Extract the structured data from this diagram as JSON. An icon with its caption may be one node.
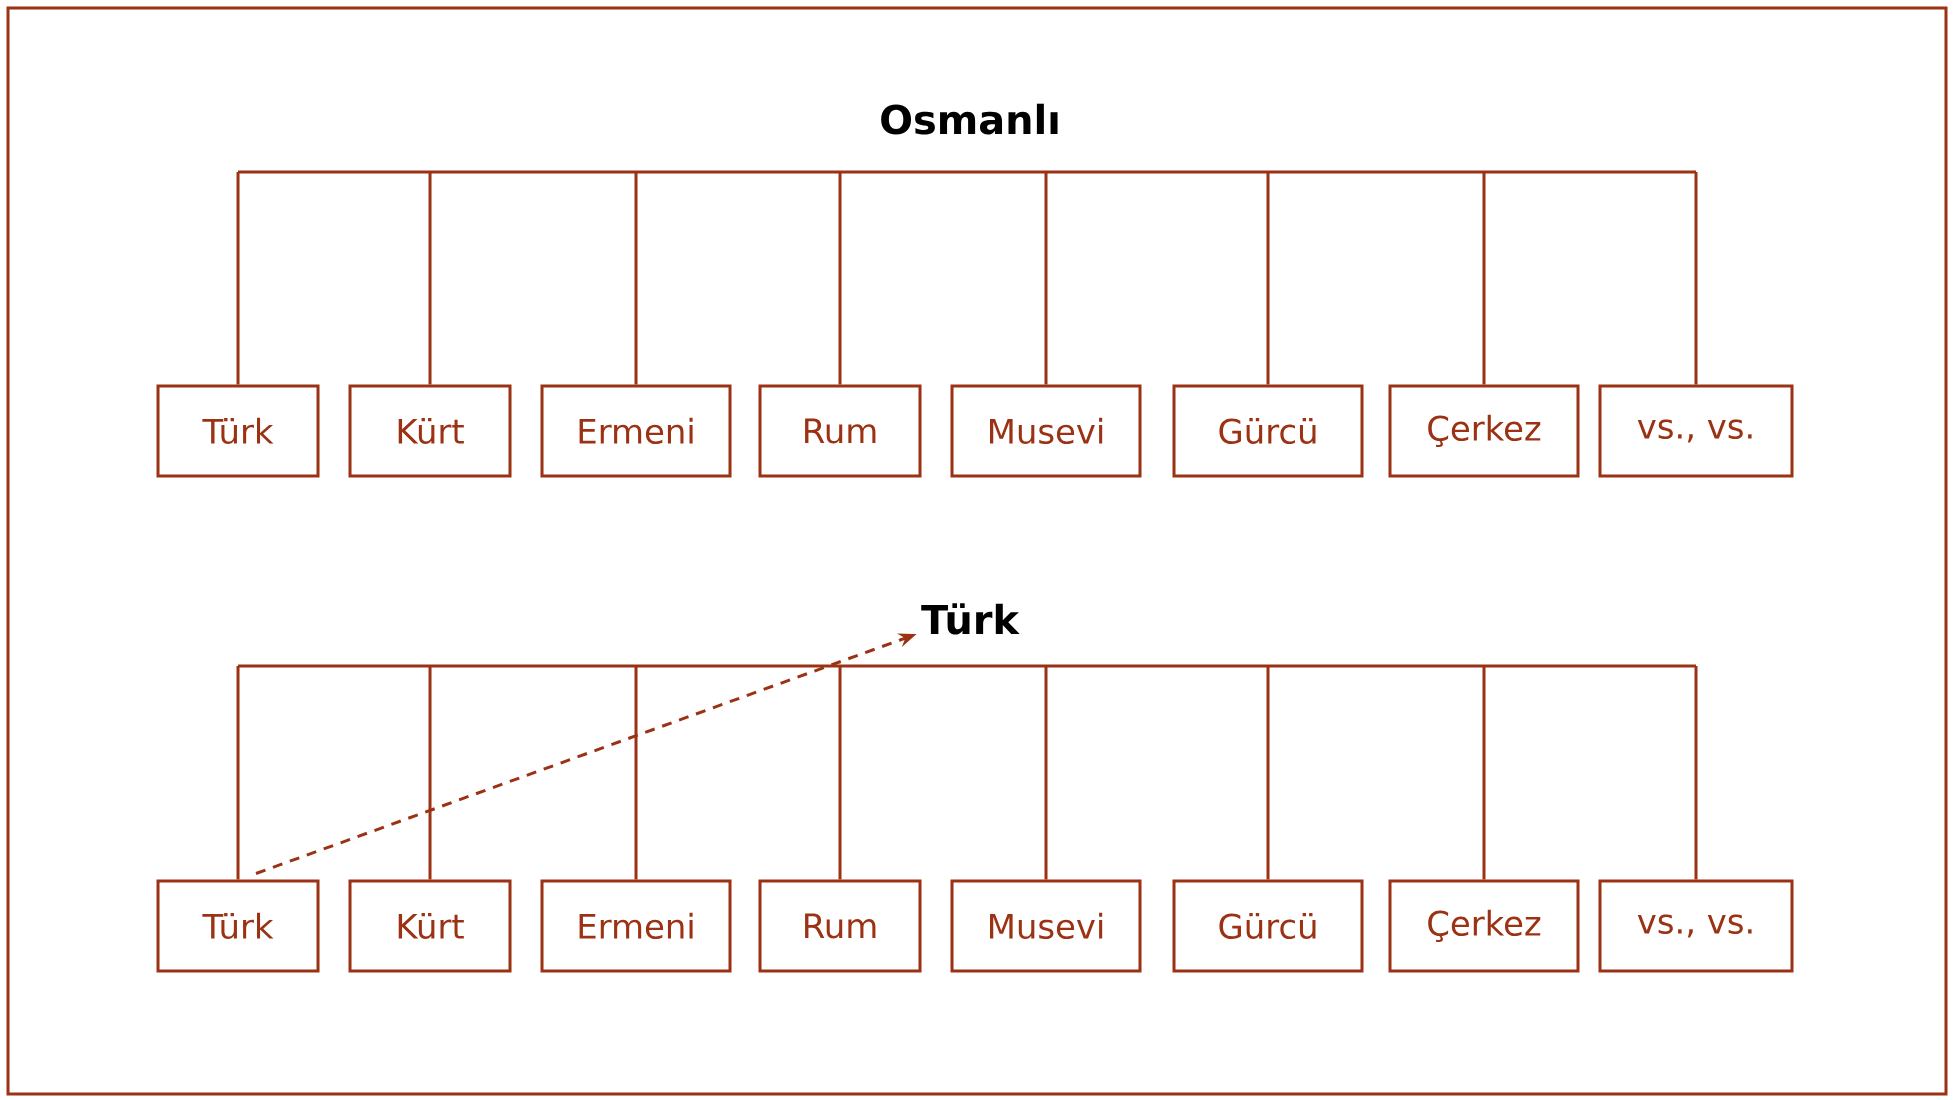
{
  "diagram": {
    "nodes": [
      {
        "text": [
          "Osmanlı"
        ]
      },
      {
        "text": [
          "Türk"
        ]
      },
      {
        "text": [
          "Kürt"
        ]
      },
      {
        "text": [
          "Ermeni"
        ]
      },
      {
        "text": [
          "Rum"
        ]
      },
      {
        "text": [
          "Musevi"
        ]
      },
      {
        "text": [
          "Gürcü"
        ]
      },
      {
        "text": [
          "Çerkez"
        ]
      },
      {
        "text": [
          "vs., vs."
        ]
      },
      {
        "text": [
          "Türk"
        ]
      },
      {
        "text": [
          "Türk"
        ]
      },
      {
        "text": [
          "Kürt"
        ]
      },
      {
        "text": [
          "Ermeni"
        ]
      },
      {
        "text": [
          "Rum"
        ]
      },
      {
        "text": [
          "Musevi"
        ]
      },
      {
        "text": [
          "Gürcü"
        ]
      },
      {
        "text": [
          "Çerkez"
        ]
      },
      {
        "text": [
          "vs., vs."
        ]
      }
    ],
    "edges": [
      {
        "from": null,
        "to": 1,
        "arrow": "none"
      },
      {
        "from": null,
        "to": 2,
        "arrow": "none"
      },
      {
        "from": null,
        "to": 3,
        "arrow": "none"
      },
      {
        "from": null,
        "to": 4,
        "arrow": "none"
      },
      {
        "from": null,
        "to": 5,
        "arrow": "none"
      },
      {
        "from": null,
        "to": 6,
        "arrow": "none"
      },
      {
        "from": null,
        "to": 7,
        "arrow": "none"
      },
      {
        "from": null,
        "to": 8,
        "arrow": "none"
      },
      {
        "from": null,
        "to": 10,
        "arrow": "none"
      },
      {
        "from": null,
        "to": 11,
        "arrow": "none"
      },
      {
        "from": null,
        "to": 12,
        "arrow": "none"
      },
      {
        "from": null,
        "to": 13,
        "arrow": "none"
      },
      {
        "from": null,
        "to": 14,
        "arrow": "none"
      },
      {
        "from": null,
        "to": 15,
        "arrow": "none"
      },
      {
        "from": null,
        "to": 16,
        "arrow": "none"
      },
      {
        "from": null,
        "to": 17,
        "arrow": "none"
      },
      {
        "from": 10,
        "to": 9,
        "arrow": "to",
        "style": "dashed"
      }
    ]
  }
}
